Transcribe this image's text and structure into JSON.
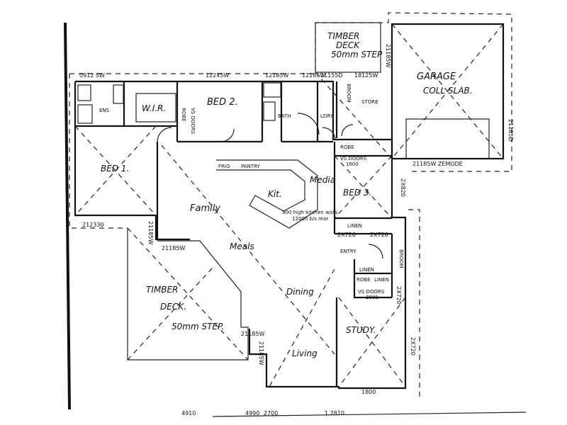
{
  "rooms": {
    "garage": "GARAGE",
    "garage_note": "COLL SLAB.",
    "timber_deck_top_a": "TIMBER",
    "timber_deck_top_b": "DECK",
    "timber_deck_top_c": "50mm STEP",
    "bed2": "BED 2.",
    "bed1": "BED 1.",
    "wir": "W.I.R.",
    "ens": "ENS",
    "robe_bed1": "ROBE",
    "doors_bed1": "VS DOORS",
    "bath": "BATH",
    "ldry": "LDRY",
    "broom": "BROOM",
    "store": "STORE",
    "robe_bed3": "ROBE",
    "doors_bed3": "VS DOORS",
    "dim_bed3": "1600",
    "bed3": "BED 3.",
    "family": "Family",
    "pantry": "PANTRY",
    "frig": "FRIG",
    "kit": "Kit.",
    "media": "Media",
    "meals": "Meals",
    "kitchen_note_a": "900 high kitchen walls",
    "kitchen_note_b": "1200h b/s rear",
    "dining": "Dining",
    "living": "Living",
    "linen_top": "LINEN",
    "entry": "ENTRY",
    "linen_mid": "LINEN",
    "robe_study": "ROBE",
    "linen_small": "LINEN",
    "doors_study": "VS DOORS",
    "dim_study": "2000",
    "study": "STUDY.",
    "broom_side": "BROOM",
    "timber_deck_a": "TIMBER",
    "timber_deck_b": "DECK.",
    "timber_deck_c": "50mm STEP."
  },
  "dimensions": {
    "d1": "0912 SW",
    "d2": "12245W",
    "d3": "12185W",
    "d4": "12185W",
    "d5": "21155D",
    "d6": "18125W",
    "d7": "21185W",
    "d8": "21185D",
    "d9": "21185W ZEMODE",
    "d10": "212330",
    "d11": "21185W",
    "d12": "21185W",
    "d13": "21185W",
    "d14": "2X720",
    "d15": "2X720",
    "d16": "2X820",
    "d17": "21185W",
    "d18": "2X720",
    "d19": "2X720",
    "d20": "1800",
    "bottom_a": "4910",
    "bottom_b": "4990",
    "bottom_c": "2700",
    "bottom_d": "1 7810"
  }
}
